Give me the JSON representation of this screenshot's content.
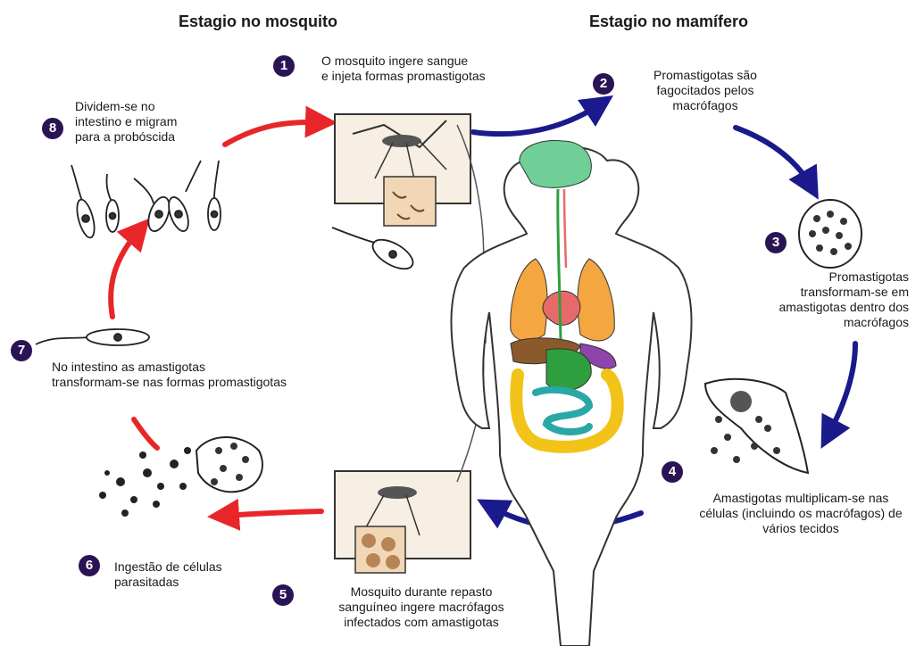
{
  "headings": {
    "mosquito_stage": "Estagio no mosquito",
    "mammal_stage": "Estagio no mamífero"
  },
  "steps": [
    {
      "number": "1",
      "text": "O mosquito ingere sangue\ne injeta formas promastigotas"
    },
    {
      "number": "2",
      "text": "Promastigotas são\nfagocitados pelos\nmacrófagos"
    },
    {
      "number": "3",
      "text": "Promastigotas\ntransformam-se em\namastigotas dentro dos\nmacrófagos"
    },
    {
      "number": "4",
      "text": "Amastigotas multiplicam-se nas\ncélulas (incluindo os macrófagos) de\nvários tecidos"
    },
    {
      "number": "5",
      "text": "Mosquito durante repasto\nsanguíneo ingere macrófagos\ninfectados com amastigotas"
    },
    {
      "number": "6",
      "text": "Ingestão de células\nparasitadas"
    },
    {
      "number": "7",
      "text": "No intestino as amastigotas\ntransformam-se nas formas promastigotas"
    },
    {
      "number": "8",
      "text": "Dividem-se no\nintestino  e migram\npara a probóscida"
    }
  ],
  "colors": {
    "mosquito_arrows": "#e8262a",
    "mammal_arrows": "#1a1a8c",
    "badge": "#2b1454",
    "brain": "#6fcf97",
    "lungs": "#f4a640",
    "heart": "#e76a6a",
    "liver": "#8b5a2b",
    "stomach": "#2e9e3e",
    "intestine_large": "#f2c318",
    "intestine_small": "#2aa7a7",
    "spleen": "#8e44ad"
  }
}
